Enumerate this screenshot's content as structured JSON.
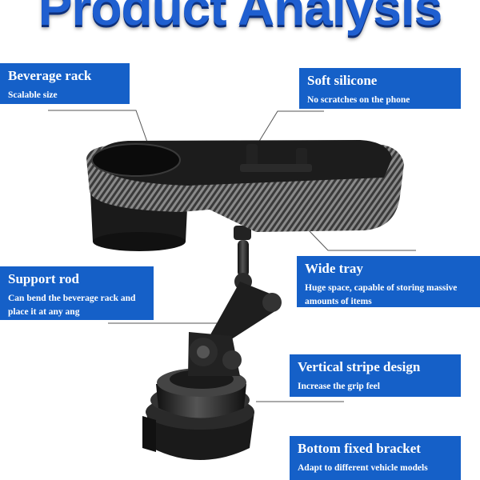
{
  "title": "Product Analysis",
  "callouts": {
    "beverage_rack": {
      "heading": "Beverage rack",
      "sub": "Scalable size"
    },
    "soft_silicone": {
      "heading": "Soft silicone",
      "sub": "No scratches on the phone"
    },
    "support_rod": {
      "heading": "Support rod",
      "sub": "Can bend the beverage rack and place it at any ang"
    },
    "wide_tray": {
      "heading": "Wide tray",
      "sub": "Huge space, capable of storing massive amounts of items"
    },
    "vertical_stripe": {
      "heading": "Vertical stripe design",
      "sub": "Increase the grip feel"
    },
    "bottom_bracket": {
      "heading": "Bottom fixed bracket",
      "sub": "Adapt to different vehicle models"
    }
  },
  "colors": {
    "title_blue": "#1f5fd0",
    "callout_blue": "#1560c8",
    "product_dark": "#1c1c1c"
  },
  "icons": {
    "product": "car-cup-holder-tray-image"
  }
}
